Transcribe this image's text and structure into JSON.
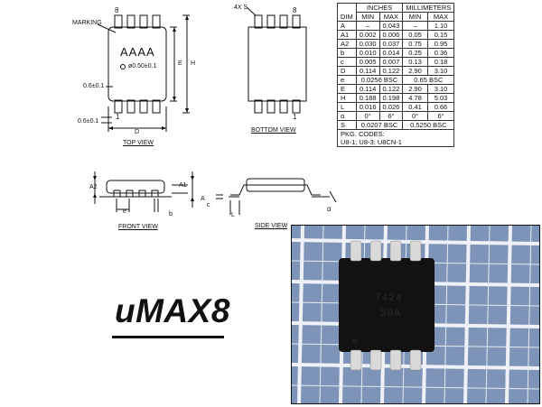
{
  "package_name": "uMAX8",
  "top_view": {
    "label": "TOP VIEW",
    "marking_label": "MARKING",
    "chip_text": "AAAA",
    "pin_numbers": [
      "8",
      "1"
    ],
    "dot_label": "ø0.50±0.1",
    "dim_e": "E",
    "dim_h": "H",
    "dim_d": "D",
    "left_dim1": "0.6±0.1",
    "left_dim2": "0.6±0.1"
  },
  "bottom_view": {
    "label": "BOTTOM VIEW",
    "corner_label": "4X S",
    "pin_numbers": [
      "8",
      "1"
    ]
  },
  "front_view": {
    "label": "FRONT VIEW",
    "dims": [
      "A2",
      "A1",
      "A",
      "e",
      "b"
    ]
  },
  "side_view": {
    "label": "SIDE VIEW",
    "dims": [
      "c",
      "L",
      "α"
    ]
  },
  "table": {
    "group_headers": [
      "INCHES",
      "MILLIMETERS"
    ],
    "sub_headers": [
      "DIM",
      "MIN",
      "MAX",
      "MIN",
      "MAX"
    ],
    "rows": [
      [
        "A",
        "–",
        "0.043",
        "–",
        "1.10"
      ],
      [
        "A1",
        "0.002",
        "0.006",
        "0.05",
        "0.15"
      ],
      [
        "A2",
        "0.030",
        "0.037",
        "0.75",
        "0.95"
      ],
      [
        "b",
        "0.010",
        "0.014",
        "0.25",
        "0.36"
      ],
      [
        "c",
        "0.005",
        "0.007",
        "0.13",
        "0.18"
      ],
      [
        "D",
        "0.114",
        "0.122",
        "2.90",
        "3.10"
      ]
    ],
    "e_row": [
      "e",
      "0.0256 BSC",
      "0.65 BSC"
    ],
    "rows2": [
      [
        "E",
        "0.114",
        "0.122",
        "2.90",
        "3.10"
      ],
      [
        "H",
        "0.188",
        "0.198",
        "4.78",
        "5.03"
      ],
      [
        "L",
        "0.016",
        "0.026",
        "0.41",
        "0.66"
      ],
      [
        "α",
        "0°",
        "6°",
        "0°",
        "6°"
      ]
    ],
    "s_row": [
      "S",
      "0.0207 BSC",
      "0.5250 BSC"
    ],
    "pkg_codes_title": "PKG. CODES:",
    "pkg_codes": "U8-1; U8-3; U8CN-1"
  },
  "photo": {
    "chip_line1": "7424",
    "chip_line2": "SUA",
    "colors": {
      "grid_bg": "#7d93b7",
      "grid_line": "#eef2f8",
      "chip": "#121212",
      "pin": "#d9d9d9"
    }
  }
}
